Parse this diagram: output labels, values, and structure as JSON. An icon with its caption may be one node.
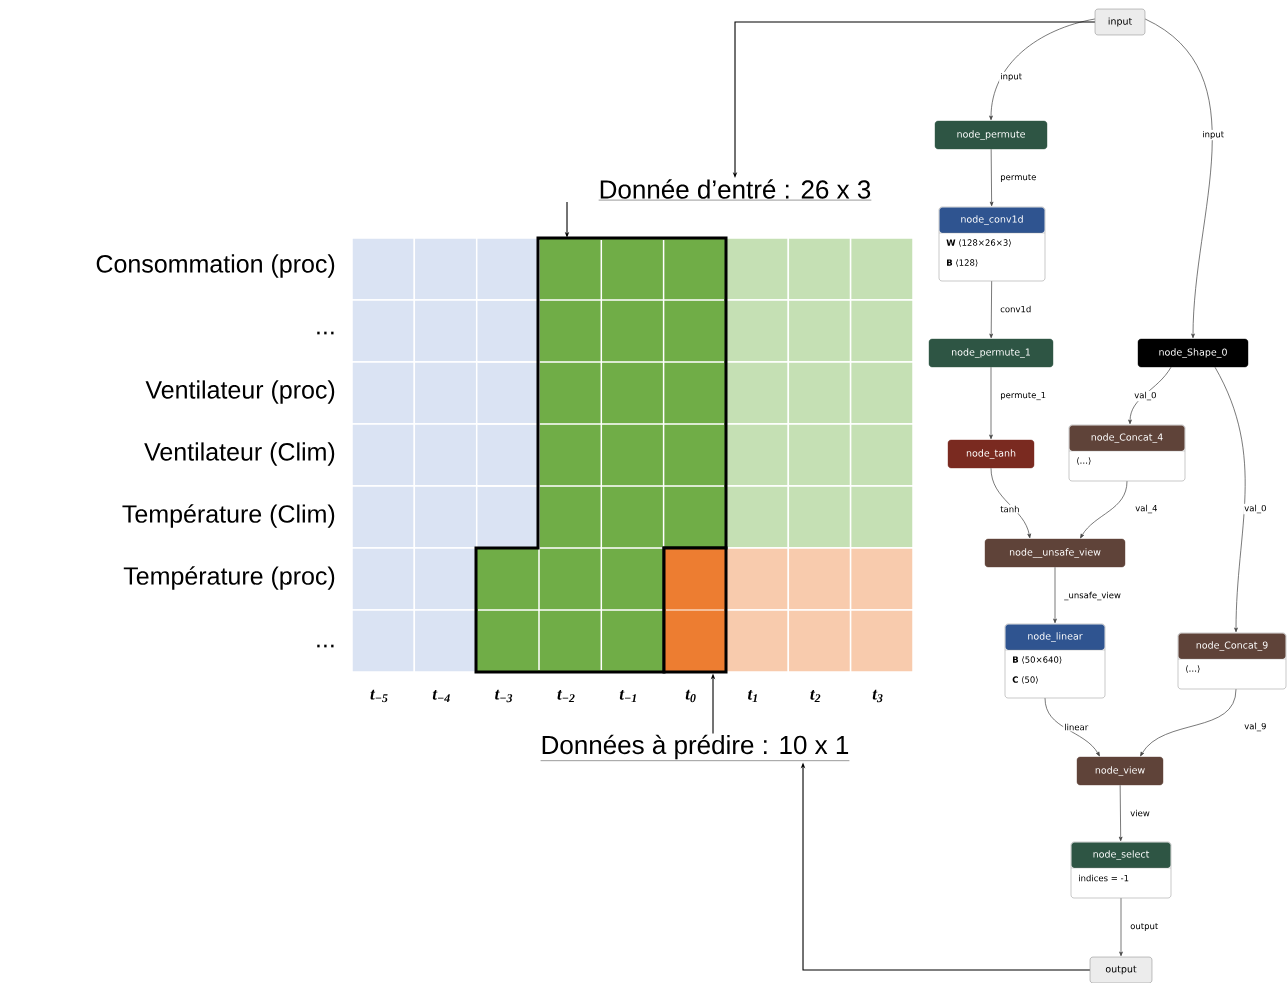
{
  "diagram": {
    "nodes": [
      {
        "text": [
          "input"
        ]
      },
      {
        "text": [
          "node_permute"
        ]
      },
      {
        "text": [
          "node_conv1d",
          "**W** ⟨128×26×3⟩",
          "**B** ⟨128⟩"
        ]
      },
      {
        "text": [
          "node_permute_1"
        ]
      },
      {
        "text": [
          "node_Shape_0"
        ]
      },
      {
        "text": [
          "node_tanh"
        ]
      },
      {
        "text": [
          "node_Concat_4",
          "⟨…⟩"
        ]
      },
      {
        "text": [
          "node__unsafe_view"
        ]
      },
      {
        "text": [
          "node_linear",
          "**B** ⟨50×640⟩",
          "**C** ⟨50⟩"
        ]
      },
      {
        "text": [
          "node_Concat_9",
          "⟨…⟩"
        ]
      },
      {
        "text": [
          "node_view"
        ]
      },
      {
        "text": [
          "node_select",
          "indices = -1"
        ]
      },
      {
        "text": [
          "output"
        ]
      },
      {
        "text": [
          "Donnée d’entré : 26 x 3"
        ]
      },
      {
        "text": [
          "Données à prédire : 10 x 1"
        ]
      },
      {
        "text": [],
        "shape": "box"
      },
      {
        "text": [],
        "shape": "box"
      }
    ],
    "edges": [
      {
        "from": 0,
        "to": 1,
        "arrow": "to",
        "label": "input"
      },
      {
        "from": 1,
        "to": 2,
        "arrow": "to",
        "label": "permute"
      },
      {
        "from": 2,
        "to": 3,
        "arrow": "to",
        "label": "conv1d"
      },
      {
        "from": 3,
        "to": 5,
        "arrow": "to",
        "label": "permute_1"
      },
      {
        "from": 0,
        "to": 4,
        "arrow": "to",
        "label": "input"
      },
      {
        "from": 4,
        "to": 6,
        "arrow": "to",
        "label": "val_0"
      },
      {
        "from": 5,
        "to": 7,
        "arrow": "to",
        "label": "tanh"
      },
      {
        "from": 6,
        "to": 7,
        "arrow": "to",
        "label": "val_4"
      },
      {
        "from": 4,
        "to": 9,
        "arrow": "to",
        "label": "val_0"
      },
      {
        "from": 7,
        "to": 8,
        "arrow": "to",
        "label": "_unsafe_view"
      },
      {
        "from": 8,
        "to": 10,
        "arrow": "to",
        "label": "linear"
      },
      {
        "from": 9,
        "to": 10,
        "arrow": "to",
        "label": "val_9"
      },
      {
        "from": 10,
        "to": 11,
        "arrow": "to",
        "label": "view"
      },
      {
        "from": 11,
        "to": 12,
        "arrow": "to",
        "label": "output"
      },
      {
        "from": 0,
        "to": 13,
        "arrow": "to"
      },
      {
        "from": 13,
        "to": 15,
        "arrow": "to"
      },
      {
        "from": 12,
        "to": 14,
        "arrow": "to"
      },
      {
        "from": 14,
        "to": 16,
        "arrow": "to"
      }
    ],
    "labels": [
      "Consommation (proc)",
      "...",
      "Ventilateur (proc)",
      "Ventilateur (Clim)",
      "Température (Clim)",
      "Température (proc)",
      "...",
      "t$_{−5}$",
      "t$_{−4}$",
      "t$_{−3}$",
      "t$_{−2}$",
      "t$_{−1}$",
      "t$_{0}$",
      "t$_{1}$",
      "t$_{2}$",
      "t$_{3}$"
    ]
  }
}
